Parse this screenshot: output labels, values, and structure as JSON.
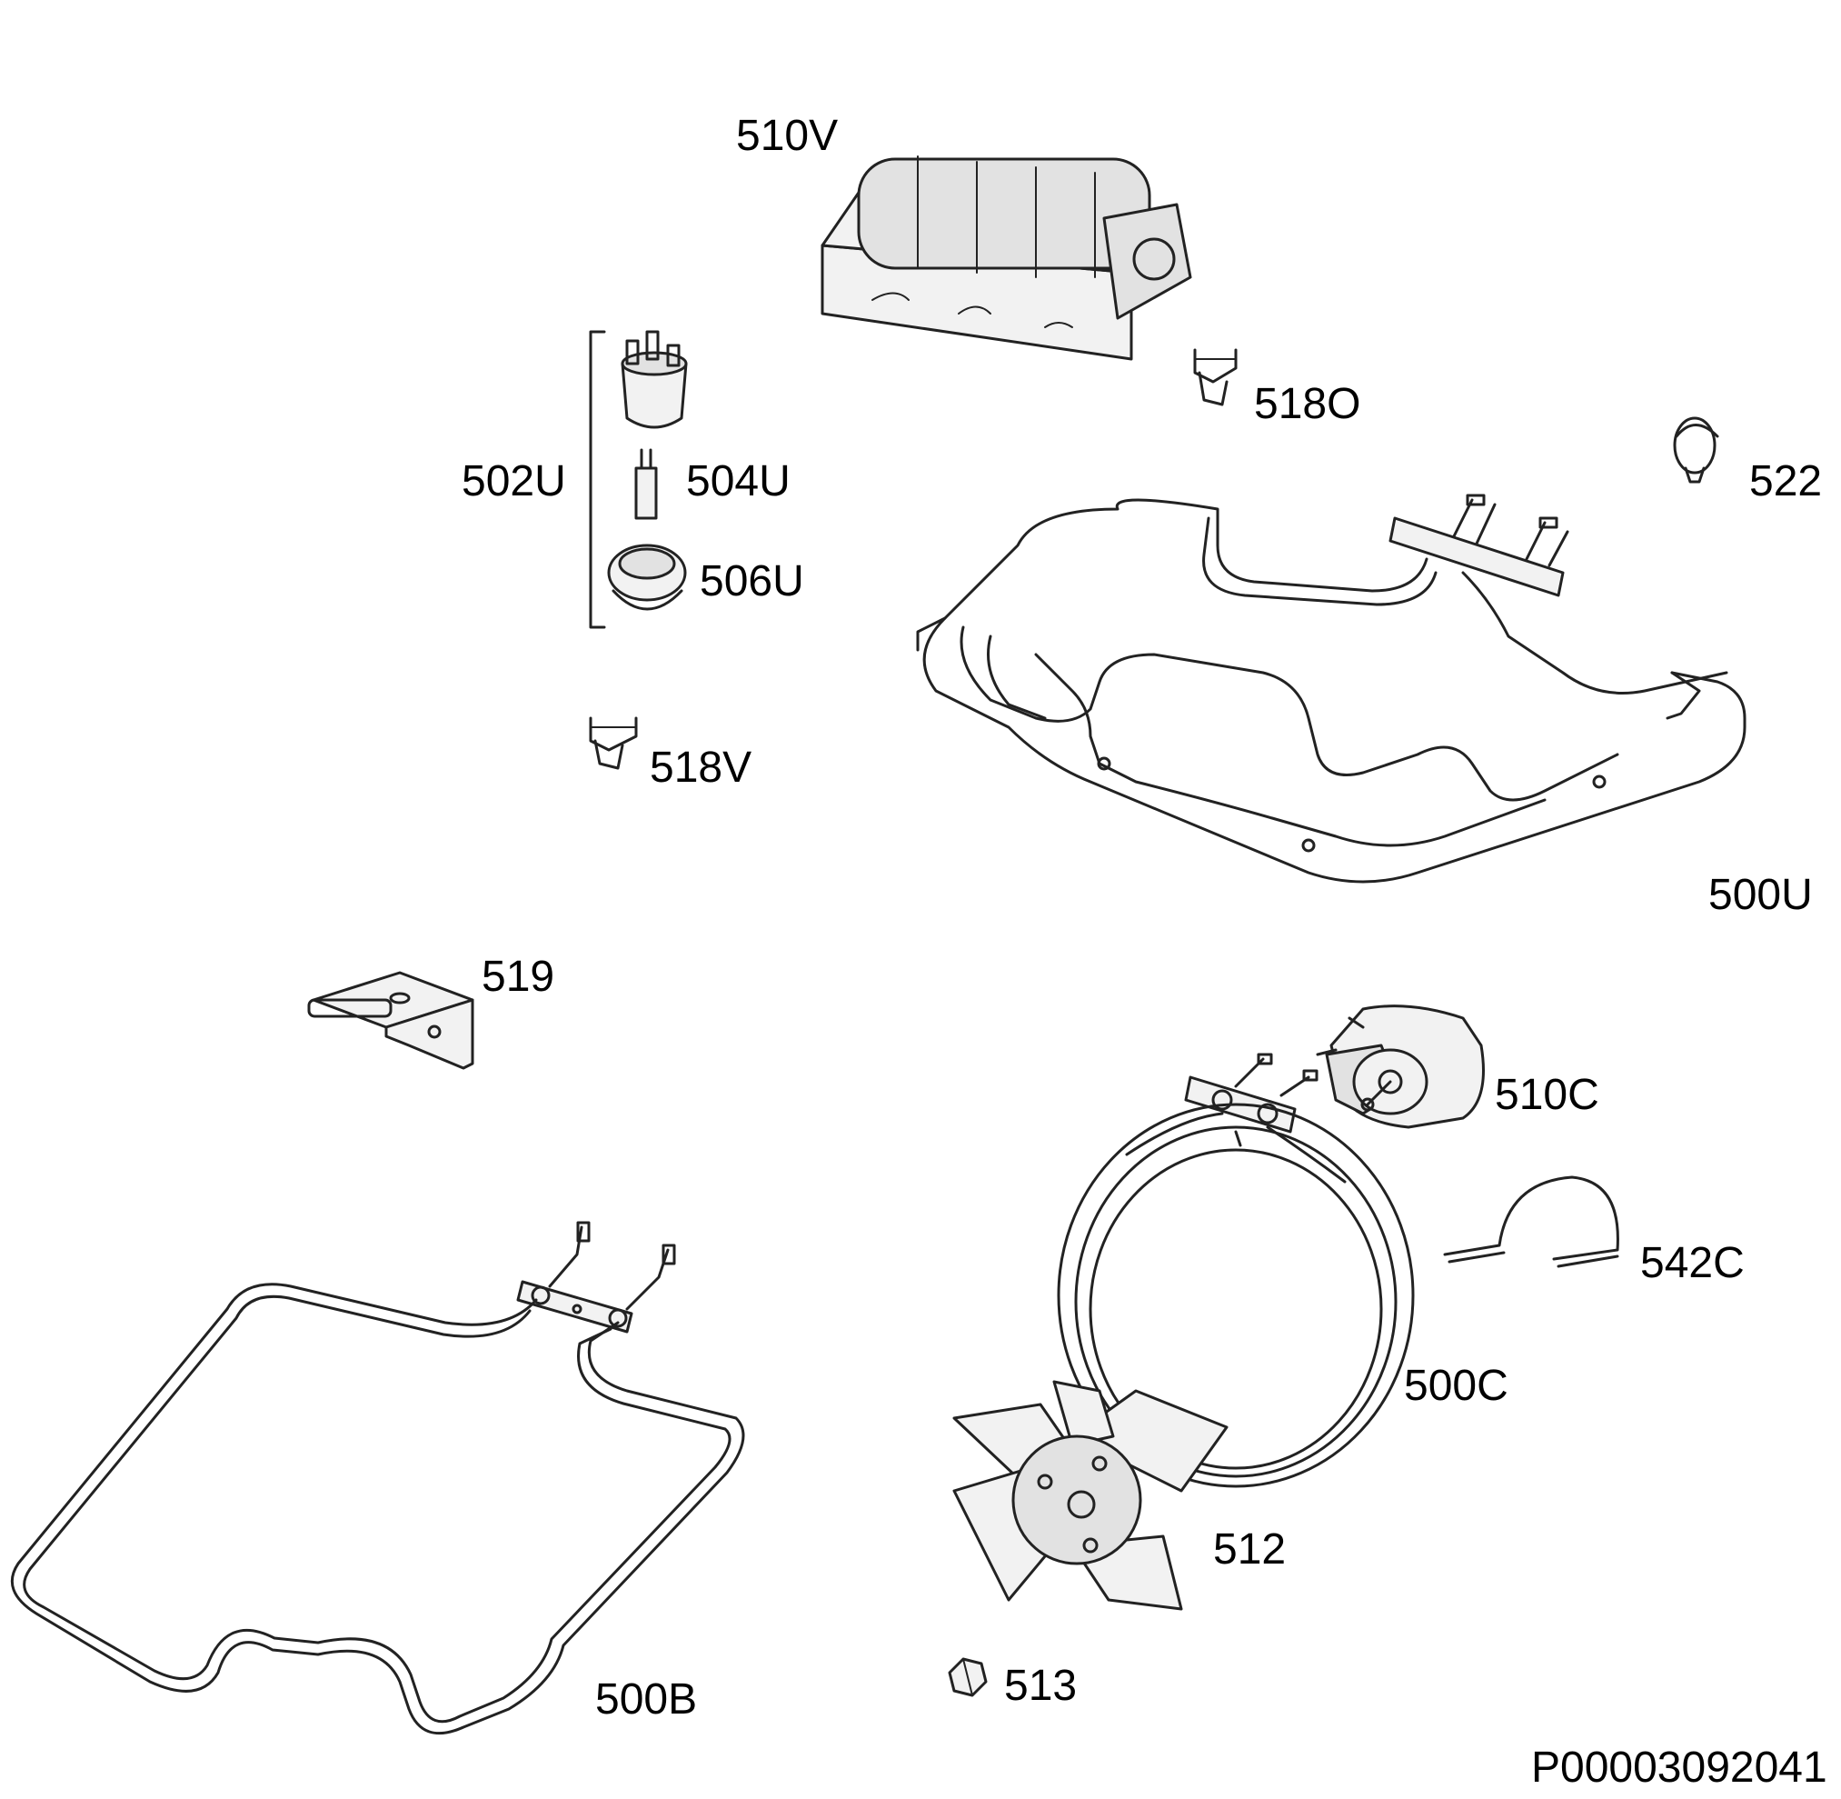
{
  "diagram_id": "P00003092041",
  "colors": {
    "line": "#222222",
    "background": "#ffffff",
    "fill_light": "#f2f2f2",
    "fill_mid": "#e2e2e2"
  },
  "labels": {
    "p510V": "510V",
    "p518O": "518O",
    "p522": "522",
    "p502U": "502U",
    "p504U": "504U",
    "p506U": "506U",
    "p518V": "518V",
    "p500U": "500U",
    "p519": "519",
    "p510C": "510C",
    "p542C": "542C",
    "p500C": "500C",
    "p512": "512",
    "p513": "513",
    "p500B": "500B"
  }
}
